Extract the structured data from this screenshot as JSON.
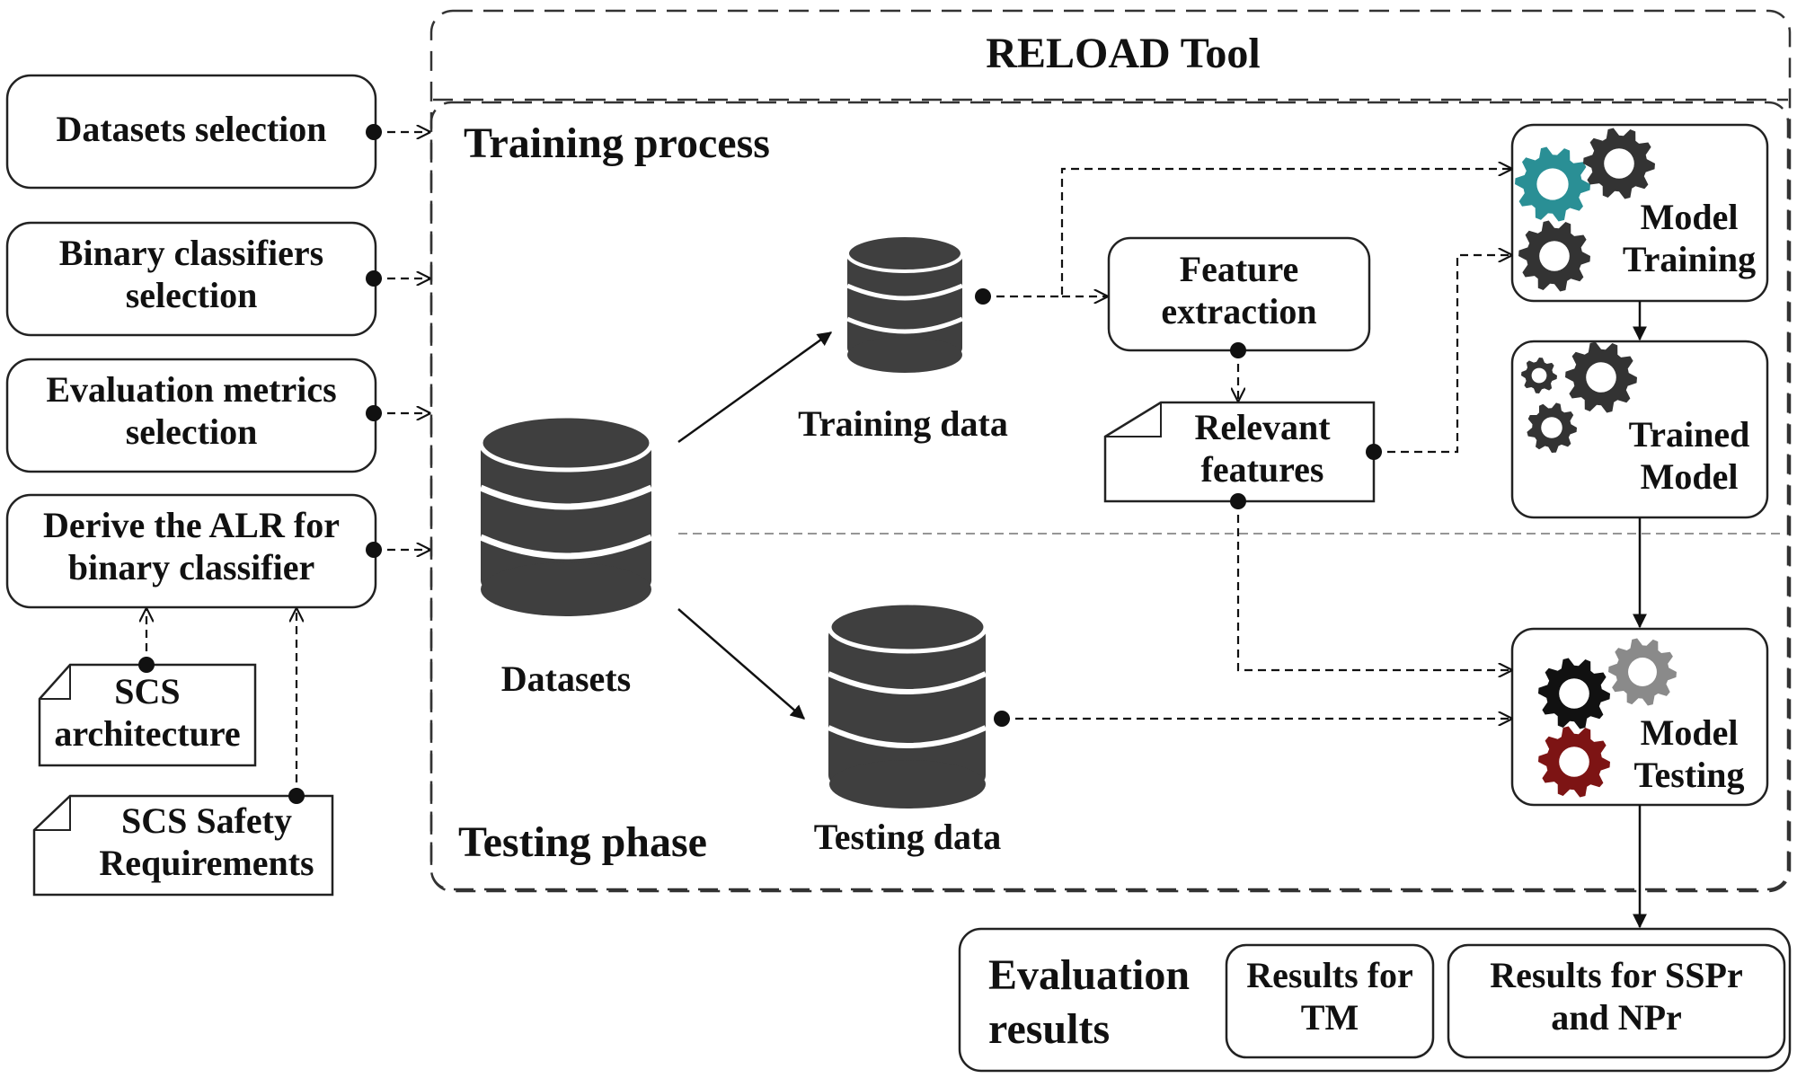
{
  "tool": {
    "title": "RELOAD Tool"
  },
  "training": {
    "title": "Training process"
  },
  "testing": {
    "title": "Testing phase"
  },
  "inputs": [
    {
      "id": "datasets-selection",
      "label": "Datasets selection"
    },
    {
      "id": "binary-classifiers-selection",
      "label": "Binary classifiers\nselection"
    },
    {
      "id": "evaluation-metrics-selection",
      "label": "Evaluation metrics\nselection"
    },
    {
      "id": "derive-alr",
      "label": "Derive the ALR for\nbinary classifier"
    }
  ],
  "documents": {
    "scs_architecture": "SCS\narchitecture",
    "scs_safety": "SCS Safety\nRequirements",
    "relevant_features": "Relevant\nfeatures"
  },
  "databases": {
    "datasets": "Datasets",
    "training_data": "Training data",
    "testing_data": "Testing data"
  },
  "process": {
    "feature_extraction": "Feature\nextraction",
    "model_training": "Model\nTraining",
    "trained_model": "Trained\nModel",
    "model_testing": "Model\nTesting"
  },
  "results": {
    "title": "Evaluation\nresults",
    "tm": "Results for\nTM",
    "sspr": "Results for SSPr\nand NPr"
  },
  "colors": {
    "db_fill": "#3f3f3f",
    "gear_teal": "#2a8f95",
    "gear_dark": "#333333",
    "gear_gray": "#8a8a8a",
    "gear_red": "#7d1414"
  }
}
